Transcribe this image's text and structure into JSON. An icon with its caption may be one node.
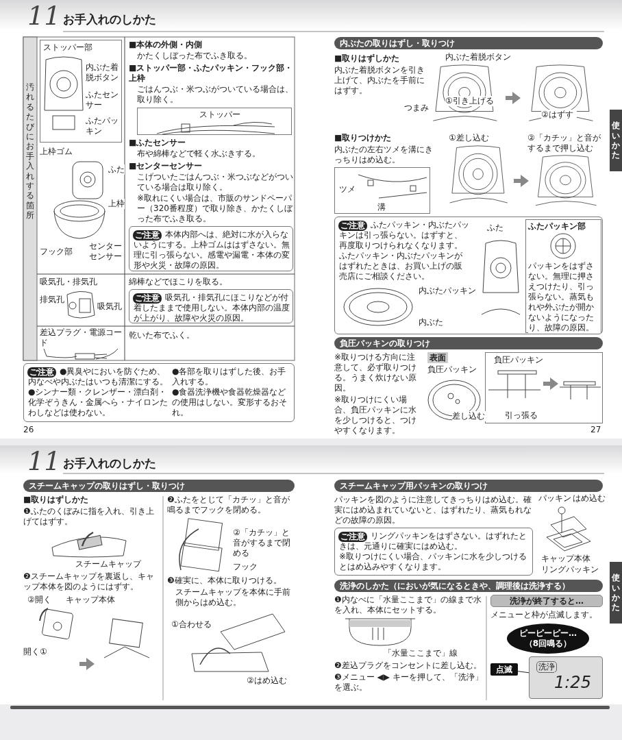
{
  "diagram": {
    "nodes": [
      {
        "text": [
          "ストッパー部",
          "内ぶた着脱ボタン",
          "ふたセンサー",
          "ふたパッキン"
        ]
      },
      {
        "text": [
          "ストッパー"
        ]
      },
      {
        "text": [
          "ご注意",
          "本体内部へは、絶対に水が入らないようにする。上枠ゴムははずさない。無理に引っ張らない。感電や漏電・本体の変形や火災・故障の原因。"
        ]
      },
      {
        "text": [
          "ご注意",
          "吸気孔・排気孔にほこりなどが付着したままで使用しない。本体内部の温度が上がり、故障や火災の原因。"
        ]
      },
      {
        "text": [
          "ご注意",
          "●異臭やにおいを防ぐため、内なべや内ぶたはいつも清潔にする。",
          "●シンナー類・クレンザー・漂白剤・化学ぞうきん・金属へら・ナイロンたわしなどは使わない。",
          "●各部を取りはずした後、お手入れする。",
          "●食器洗浄機や食器乾燥器などの使用はしない。変形するおそれ。"
        ]
      },
      {
        "text": [
          "内ぶたの取りはずし・取りつけ"
        ]
      },
      {
        "text": [
          "ツメ",
          "溝"
        ]
      },
      {
        "text": [
          "ご注意",
          "ふたパッキン・内ぶたパッキンは引っ張らない。はずすと、再度取りつけられなくなります。ふたパッキン・内ぶたパッキンがはずれたときは、お買い上げの販売店にご相談ください。",
          "内ぶたパッキン",
          "内ぶた",
          "ふた"
        ]
      },
      {
        "text": [
          "ふたパッキン部",
          "パッキンをはずさない。無理に押さえつけたり、引っ張らない。蒸気もれや外ぶたが開かないようになったり、故障の原因。"
        ],
        "in": 7
      },
      {
        "text": [
          "負圧パッキンの取りつけ"
        ]
      },
      {
        "text": [
          "表面"
        ]
      },
      {
        "text": [
          "負圧パッキン",
          "引っ張る"
        ]
      },
      {
        "text": [
          "スチームキャップの取りはずし・取りつけ"
        ]
      },
      {
        "text": [
          "スチームキャップ用パッキンの取りつけ"
        ]
      },
      {
        "text": [
          "ご注意",
          "リングパッキンをはずさない。はずれたときは、元通りに確実にはめ込む。",
          "※取りつけにくい場合、パッキンに水を少しつけるとはめ込みやすくなります。"
        ]
      },
      {
        "text": [
          "洗浄のしかた（においが気になるときや、調理後は洗浄する）"
        ]
      },
      {
        "text": [
          "洗浄が終了すると…"
        ]
      },
      {
        "text": [
          "ピーピーピー…（8回鳴る）"
        ]
      },
      {
        "text": [
          "点滅"
        ]
      },
      {
        "text": [
          "洗浄",
          "1:25"
        ]
      },
      {
        "text": [
          "使いかた"
        ]
      },
      {
        "text": [
          "使いかた"
        ]
      }
    ],
    "edges": [
      {
        "from": 18,
        "to": 19,
        "arrow": "none"
      }
    ],
    "labels": [
      "11",
      "お手入れのしかた",
      "汚れるたびにお手入れする箇所",
      "上枠ゴム",
      "ふた",
      "上枠",
      "センターセンサー",
      "フック部",
      "■本体の外側・内側",
      "かたくしぼった布でふき取る。",
      "■ストッパー部・ふたパッキン・フック部・上枠",
      "ごはんつぶ・米つぶがついている場合は、取り除く。",
      "■ふたセンサー",
      "布や綿棒などで軽く水ぶきする。",
      "■センターセンサー",
      "こげついたごはんつぶ・米つぶなどがついている場合は取り除く。",
      "※取れにくい場合は、市販のサンドペーパー（320番程度）で取り除き、かたくしぼった布でふき取る。",
      "吸気孔・排気孔",
      "排気孔",
      "吸気孔",
      "綿棒などでほこりを取る。",
      "差込プラグ・電源コード",
      "乾いた布でふく。",
      "26",
      "■取りはずしかた",
      "内ぶた着脱ボタンを引き上げて、内ぶたを手前にはずす。",
      "内ぶた着脱ボタン",
      "①引き上げる",
      "つまみ",
      "②はずす",
      "■取りつけかた",
      "内ぶたの左右ツメを溝にきっちりはめ込む。",
      "①差し込む",
      "②「カチッ」と音がするまで押し込む",
      "※取りつける方向に注意して、必ず取りつける。うまく炊けない原因。",
      "※取りつけにくい場合、負圧パッキンに水を少しつけると、つけやすくなります。",
      "負圧パッキン",
      "差し込む",
      "27",
      "11",
      "お手入れのしかた",
      "■取りはずしかた",
      "❶ふたのくぼみに指を入れ、引き上げてはずす。",
      "スチームキャップ",
      "❷スチームキャップを裏返し、キャップ本体を図のようにはずす。",
      "②開く",
      "キャップ本体",
      "開く①",
      "❷ふたをとじて「カチッ」と音が鳴るまでフックを閉める。",
      "②「カチッ」と音がするまで閉める",
      "フック",
      "❸確実に、本体に取りつける。",
      "スチームキャップを本体に手前側からはめ込む。",
      "①合わせる",
      "②はめ込む",
      "パッキンを図のように注意してきっちりはめ込む。確実にはめ込まれていないと、はずれたり、蒸気もれなどの故障の原因。",
      "パッキン",
      "はめ込む",
      "キャップ本体",
      "リングパッキン",
      "❶内なべに「水量ここまで」の線まで水を入れ、本体にセットする。",
      "「水量ここまで」線",
      "❷差込プラグをコンセントに差し込む。",
      "❸メニュー ◀▶ キーを押して、「洗浄」を選ぶ。",
      "メニューと枠が点滅します。"
    ]
  }
}
